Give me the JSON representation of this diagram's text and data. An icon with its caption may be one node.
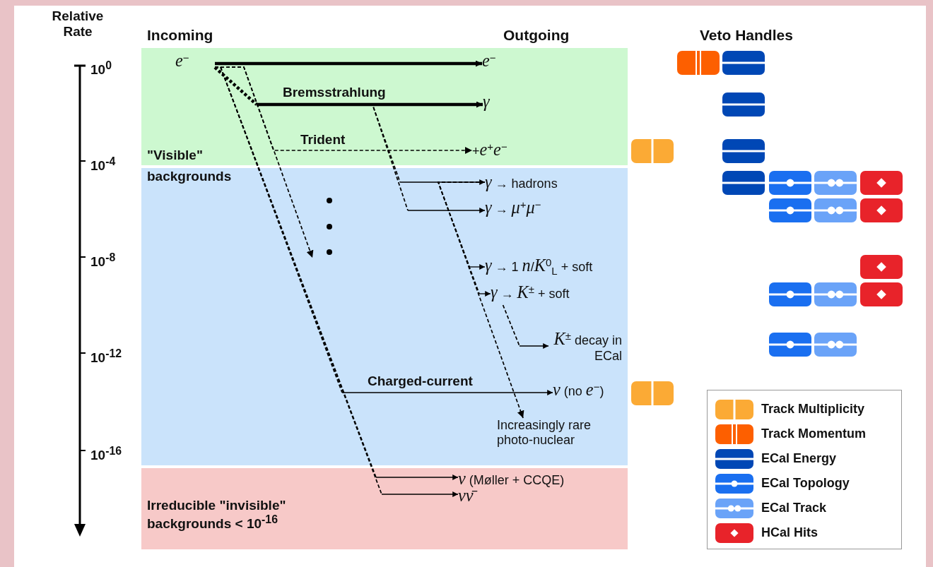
{
  "diagram": {
    "nodes": [
      {
        "text": [],
        "shape": "band"
      },
      {
        "text": [],
        "shape": "band"
      },
      {
        "text": [
          "Irreducible \"invisible\" backgrounds < 10$^{-16}$"
        ]
      },
      {
        "text": [
          "*e*$^{−}$"
        ],
        "in": 0
      },
      {
        "text": [
          "*e*$^{−}$"
        ],
        "in": 0
      },
      {
        "text": [
          "*γ*"
        ],
        "in": 0
      },
      {
        "text": [
          "+*e*$^{+}$*e*$^{−}$"
        ],
        "in": 0
      },
      {
        "text": [
          "*γ* → hadrons"
        ],
        "in": 1
      },
      {
        "text": [
          "*γ* → *μ*$^{+}$*μ*$^{−}$"
        ],
        "in": 1
      },
      {
        "text": [
          "*γ* → 1 *n*/*K*$^{0}$$_{L}$ + soft"
        ],
        "in": 1
      },
      {
        "text": [
          "*γ* → *K*$^{±}$ + soft"
        ],
        "in": 1
      },
      {
        "text": [
          "*K*$^{±}$ decay in ECal"
        ],
        "in": 1
      },
      {
        "text": [
          "*ν* (no *e*$^{−}$)"
        ],
        "in": 1
      },
      {
        "text": [
          "Increasingly rare photo-nuclear"
        ],
        "in": 1
      },
      {
        "text": [
          "*ν* (Møller + CCQE)"
        ],
        "in": 2
      },
      {
        "text": [
          "*νν̄*"
        ],
        "in": 2
      }
    ],
    "edges": [
      {
        "from": 3,
        "to": 4,
        "arrow": "to",
        "style": "thick"
      },
      {
        "from": 3,
        "to": 5,
        "arrow": "to",
        "style": "thick",
        "label": "Bremsstrahlung"
      },
      {
        "from": 3,
        "to": 6,
        "arrow": "to",
        "style": "dashed",
        "label": "Trident"
      },
      {
        "from": 5,
        "to": 7,
        "arrow": "to",
        "style": "dashed"
      },
      {
        "from": 5,
        "to": 8,
        "arrow": "to",
        "style": "dashed"
      },
      {
        "from": 7,
        "to": 9,
        "arrow": "to",
        "style": "dashed"
      },
      {
        "from": 7,
        "to": 10,
        "arrow": "to",
        "style": "dashed"
      },
      {
        "from": 10,
        "to": 11,
        "arrow": "to",
        "style": "dashed"
      },
      {
        "from": 7,
        "to": 13,
        "arrow": "to",
        "style": "dashed"
      },
      {
        "from": 3,
        "to": 12,
        "arrow": "to",
        "style": "dashed",
        "label": "Charged-current"
      },
      {
        "from": 3,
        "to": 14,
        "arrow": "to",
        "style": "dashed"
      },
      {
        "from": 3,
        "to": 15,
        "arrow": "to",
        "style": "dashed"
      },
      {
        "from": 3,
        "to": null,
        "arrow": "to",
        "style": "dashed"
      }
    ],
    "labels": [
      "Relative Rate",
      "Incoming",
      "Outgoing",
      "Veto Handles",
      "10$^{0}$",
      "\"Visible\" backgrounds",
      "10$^{-4}$",
      "10$^{-8}$",
      "10$^{-12}$",
      "10$^{-16}$"
    ],
    "legend": [
      {
        "text": "Track Multiplicity",
        "color": "#fbaa35"
      },
      {
        "text": "Track Momentum",
        "color": "#fd5f00"
      },
      {
        "text": "ECal Energy",
        "color": "#0047b5"
      },
      {
        "text": "ECal Topology",
        "color": "#1a6ff0"
      },
      {
        "text": "ECal Track",
        "color": "#6aa3f8"
      },
      {
        "text": "HCal Hits",
        "color": "#e8232a"
      }
    ]
  }
}
